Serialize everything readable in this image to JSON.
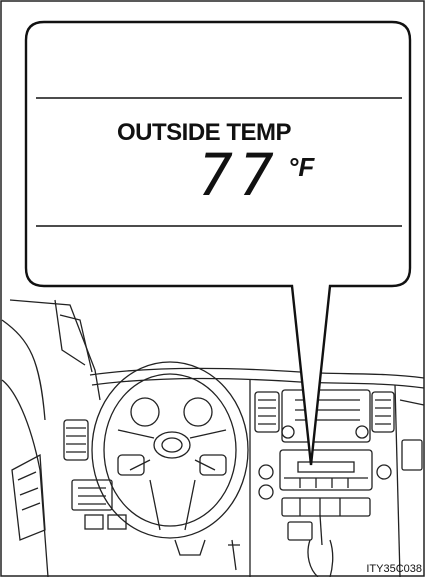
{
  "display": {
    "title": "OUTSIDE TEMP",
    "temperature": "77",
    "unit": "°F"
  },
  "figure": {
    "code": "ITY35C038"
  }
}
